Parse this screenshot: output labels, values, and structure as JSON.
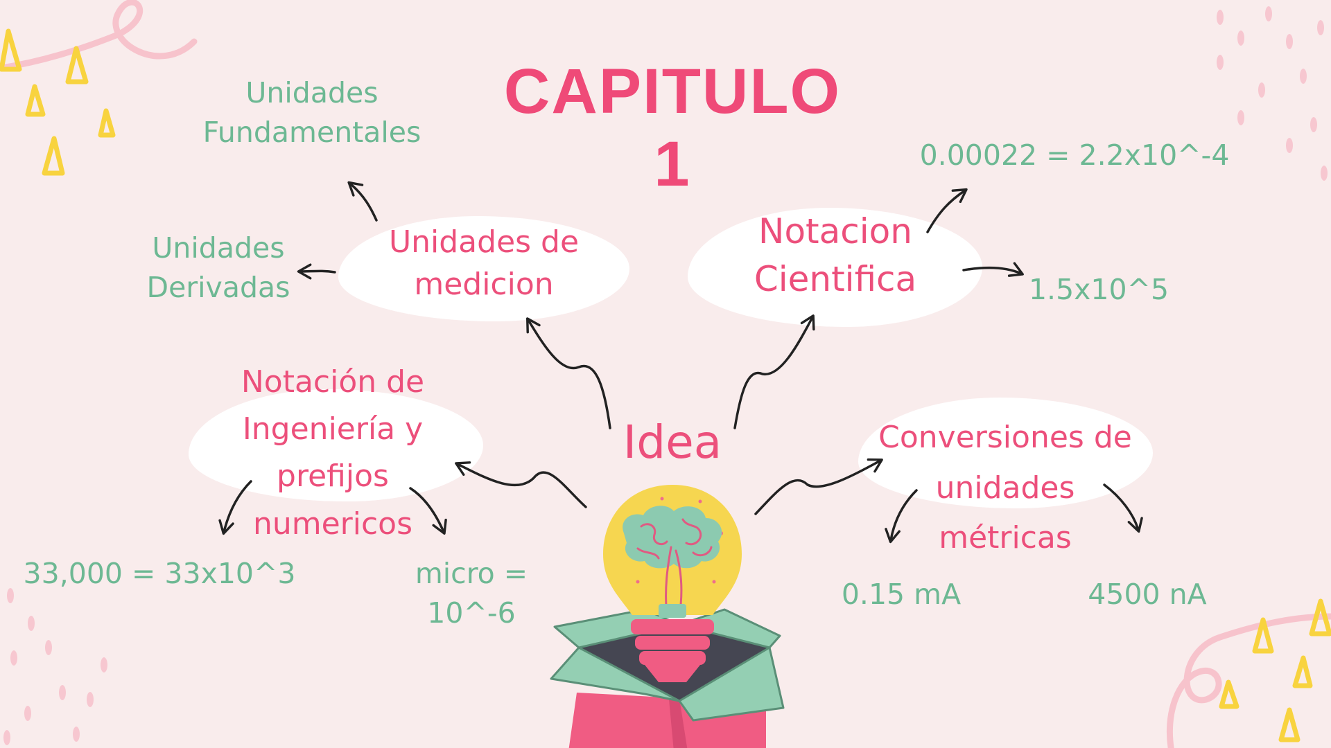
{
  "title": "CAPITULO 1",
  "center": "Idea",
  "nodes": {
    "unidades_medicion": [
      "Unidades de",
      "medicion"
    ],
    "notacion_cientifica": [
      "Notacion",
      "Cientifica"
    ],
    "notacion_ingenieria": [
      "Notación de",
      "Ingeniería y",
      "prefijos",
      "numericos"
    ],
    "conversiones": [
      "Conversiones de",
      "unidades",
      "métricas"
    ]
  },
  "leaves": {
    "unidades_fundamentales": [
      "Unidades",
      "Fundamentales"
    ],
    "unidades_derivadas": [
      "Unidades",
      "Derivadas"
    ],
    "sci_example_1": "0.00022 = 2.2x10^-4",
    "sci_example_2": "1.5x10^5",
    "eng_example_1": "33,000 = 33x10^3",
    "eng_example_2": [
      "micro =",
      "10^-6"
    ],
    "conv_example_1": "0.15 mA",
    "conv_example_2": "4500 nA"
  },
  "colors": {
    "background": "#f9ecec",
    "title": "#ef4a78",
    "node_text": "#ec4f7b",
    "leaf_text": "#6db893",
    "cloud": "#ffffff",
    "arrow": "#222222"
  }
}
